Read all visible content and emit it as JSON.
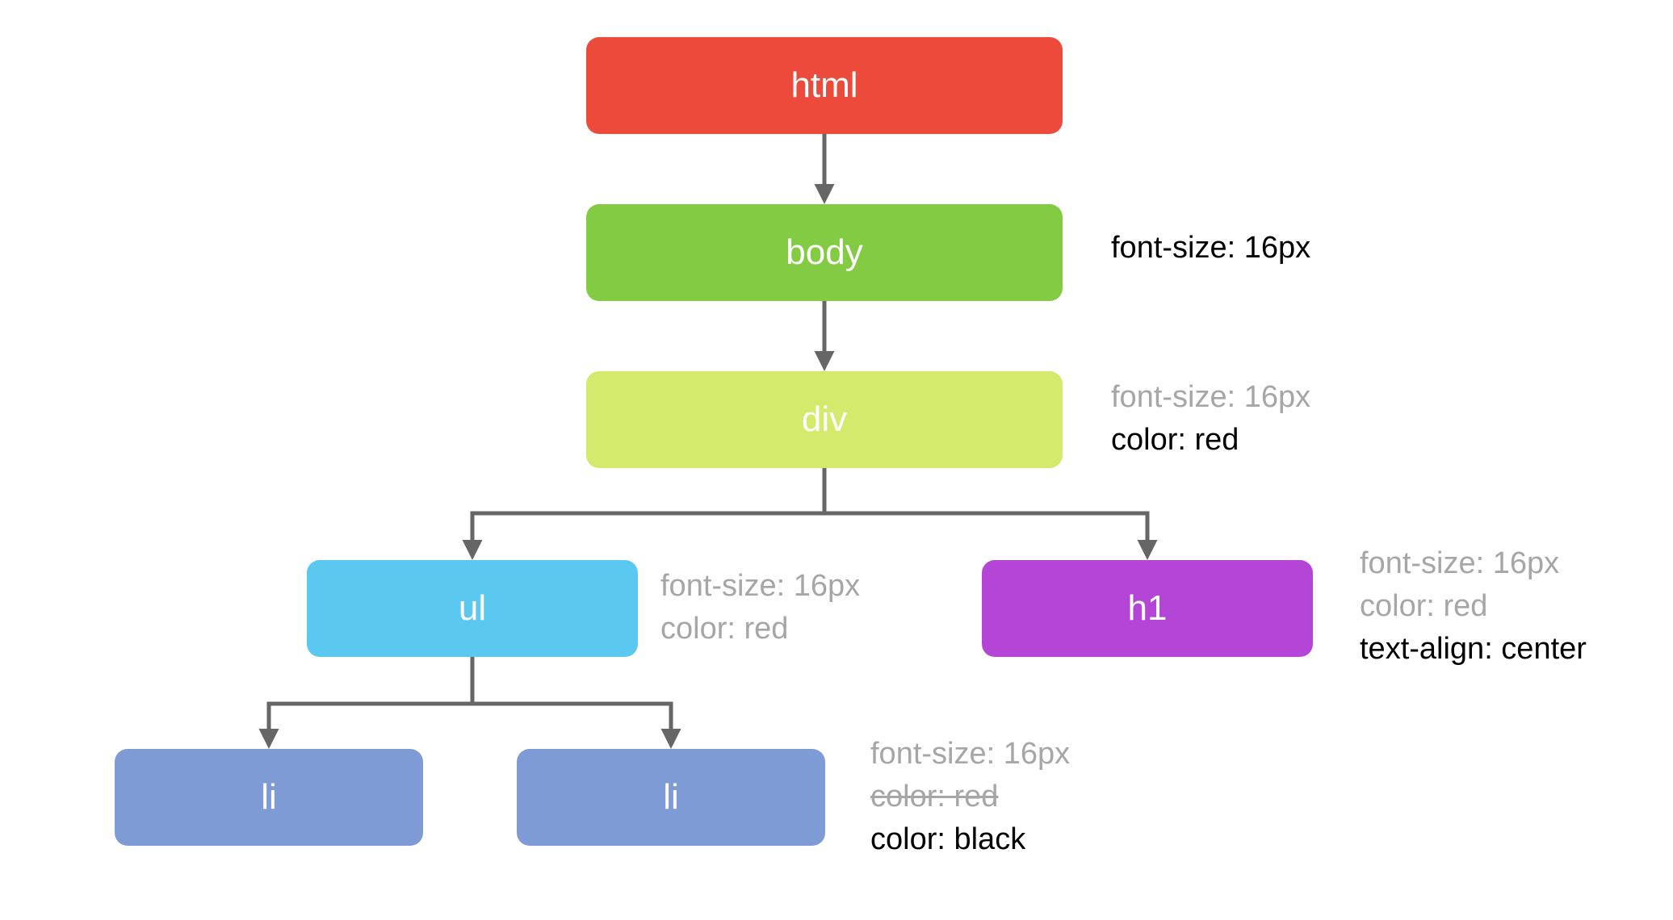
{
  "nodes": {
    "html": {
      "label": "html",
      "color": "#ec4a3a"
    },
    "body": {
      "label": "body",
      "color": "#83cb43"
    },
    "div": {
      "label": "div",
      "color": "#d3ea6d"
    },
    "ul": {
      "label": "ul",
      "color": "#5bc8f0"
    },
    "h1": {
      "label": "h1",
      "color": "#b545d6"
    },
    "li_1": {
      "label": "li",
      "color": "#7f9bd6"
    },
    "li_2": {
      "label": "li",
      "color": "#7f9bd6"
    }
  },
  "annotations": {
    "body": {
      "own_1": "font-size: 16px"
    },
    "div": {
      "inherited_1": "font-size: 16px",
      "own_1": "color: red"
    },
    "ul": {
      "inherited_1": "font-size: 16px",
      "inherited_2": "color: red"
    },
    "h1": {
      "inherited_1": "font-size: 16px",
      "inherited_2": "color: red",
      "own_1": "text-align: center"
    },
    "li": {
      "inherited_1": "font-size: 16px",
      "overridden_1": "color: red",
      "own_1": "color: black"
    }
  },
  "colors": {
    "inherited_text": "#a6a6a6",
    "own_text": "#000000",
    "connector": "#666666"
  }
}
